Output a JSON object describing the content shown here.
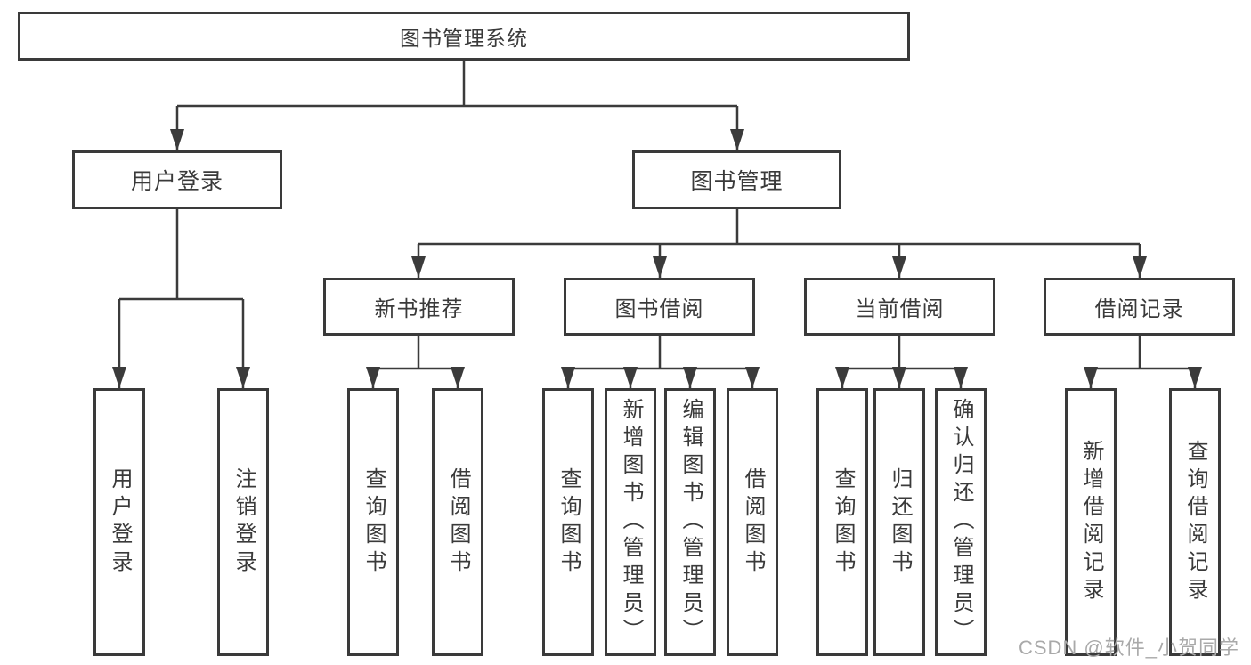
{
  "diagram_title": "图书管理系统",
  "tree": {
    "label": "图书管理系统",
    "children": [
      {
        "label": "用户登录",
        "children": [
          {
            "label": "用户登录"
          },
          {
            "label": "注销登录"
          }
        ]
      },
      {
        "label": "图书管理",
        "children": [
          {
            "label": "新书推荐",
            "children": [
              {
                "label": "查询图书"
              },
              {
                "label": "借阅图书"
              }
            ]
          },
          {
            "label": "图书借阅",
            "children": [
              {
                "label": "查询图书"
              },
              {
                "label": "新增图书（管理员）"
              },
              {
                "label": "编辑图书（管理员）"
              },
              {
                "label": "借阅图书"
              }
            ]
          },
          {
            "label": "当前借阅",
            "children": [
              {
                "label": "查询图书"
              },
              {
                "label": "归还图书"
              },
              {
                "label": "确认归还（管理员）"
              }
            ]
          },
          {
            "label": "借阅记录",
            "children": [
              {
                "label": "新增借阅记录"
              },
              {
                "label": "查询借阅记录"
              }
            ]
          }
        ]
      }
    ]
  },
  "watermark": {
    "text": "CSDN @软件_小贺同学"
  },
  "colors": {
    "line": "#3b3b3b",
    "box_border": "#3a3a3a",
    "text": "#3a3a3a",
    "background": "#ffffff",
    "watermark": "#a9a9a9"
  }
}
